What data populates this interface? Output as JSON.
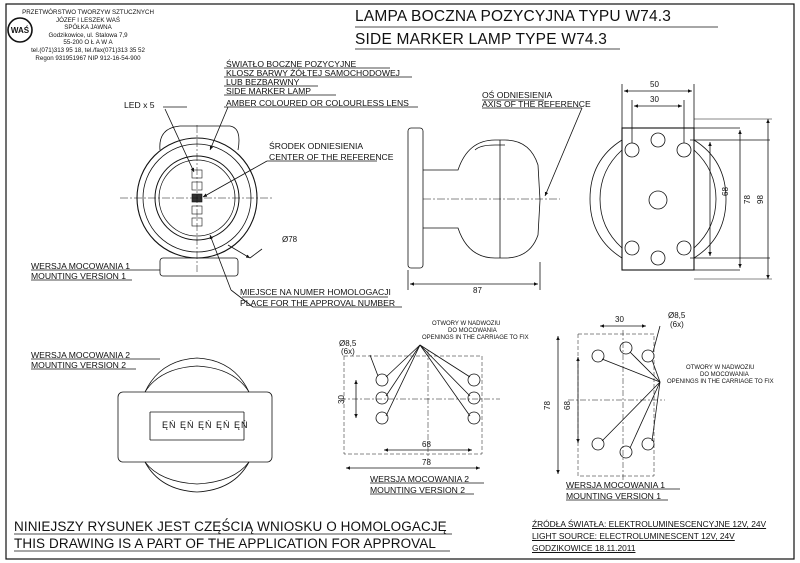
{
  "header": {
    "company_lines": [
      "PRZETWÓRSTWO TWORZYW SZTUCZNYCH",
      "JÓZEF I LESZEK WAŚ",
      "SPÓŁKA JAWNA",
      "Godzikowice, ul. Stalowa 7,9",
      "55-200   O Ł A W A",
      "tel.(071)313 95 18, tel./fax(071)313 35 52",
      "Regon 931951967 NIP 912-16-54-900"
    ],
    "logo_text": "WAŚ",
    "title_pl": "LAMPA BOCZNA POZYCYJNA TYPU W74.3",
    "title_en": "SIDE MARKER LAMP TYPE W74.3"
  },
  "front_view": {
    "led_label": "LED x 5",
    "lens_lines": [
      "ŚWIATŁO BOCZNE POZYCYJNE",
      "KLOSZ BARWY ŻÓŁTEJ SAMOCHODOWEJ",
      "LUB BEZBARWNY",
      "SIDE MARKER LAMP",
      "AMBER COLOURED OR COLOURLESS LENS"
    ],
    "center_pl": "ŚRODEK ODNIESIENIA",
    "center_en": "CENTER OF THE REFERENCE",
    "diameter": "Ø78",
    "mount_pl": "WERSJA MOCOWANIA 1",
    "mount_en": "MOUNTING VERSION 1",
    "approval_pl": "MIEJSCE NA NUMER HOMOLOGACJI",
    "approval_en": "PLACE FOR THE APPROVAL NUMBER"
  },
  "side_view": {
    "axis_pl": "OŚ ODNIESIENIA",
    "axis_en": "AXIS OF THE REFERENCE",
    "depth": "87"
  },
  "rear_view": {
    "width_outer": "50",
    "width_inner": "30",
    "height_inner": "68",
    "height_mid": "78",
    "height_outer": "98"
  },
  "front_view_2": {
    "mount_pl": "WERSJA MOCOWANIA 2",
    "mount_en": "MOUNTING VERSION 2",
    "lens_code": "ĘŃ ĘŃ ĘŃ ĘŃ ĘŃ"
  },
  "hole_plan_2": {
    "hole_dia": "Ø8,5",
    "hole_count": "(6x)",
    "openings_lines": [
      "OTWORY W NADWOZIU",
      "DO MOCOWANIA",
      "OPENINGS IN THE CARRIAGE TO FIX"
    ],
    "dim_30": "30",
    "dim_68": "68",
    "dim_78": "78",
    "caption_pl": "WERSJA MOCOWANIA 2",
    "caption_en": "MOUNTING VERSION 2"
  },
  "hole_plan_1": {
    "dim_30": "30",
    "hole_dia": "Ø8,5",
    "hole_count": "(6x)",
    "openings_lines": [
      "OTWORY W NADWOZIU",
      "DO MOCOWANIA",
      "OPENINGS IN THE CARRIAGE TO FIX"
    ],
    "dim_78": "78",
    "dim_68": "68",
    "caption_pl": "WERSJA MOCOWANIA 1",
    "caption_en": "MOUNTING VERSION 1"
  },
  "footer": {
    "note_pl": "NINIEJSZY RYSUNEK JEST CZĘŚCIĄ WNIOSKU O  HOMOLOGACJĘ",
    "note_en": "THIS DRAWING IS A PART OF THE APPLICATION FOR  APPROVAL",
    "source_pl": "ŹRÓDŁA ŚWIATŁA: ELEKTROLUMINESCENCYJNE  12V, 24V",
    "source_en": "LIGHT SOURCE: ELECTROLUMINESCENT  12V, 24V",
    "date": "GODZIKOWICE 18.11.2011"
  }
}
